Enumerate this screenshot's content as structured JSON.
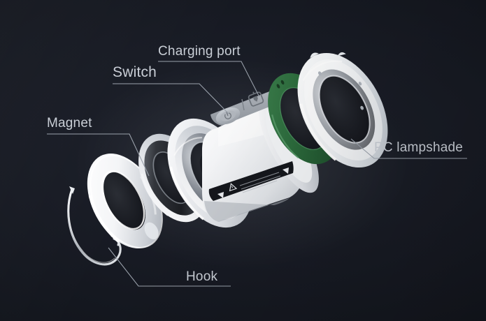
{
  "scene": {
    "kind": "exploded-product-diagram",
    "subject": "rechargeable magnetic lantern",
    "background_color": "#171a23",
    "label_color": "#c9ced6",
    "leader_color": "#9aa1ab"
  },
  "labels": {
    "charging_port": "Charging port",
    "switch": "Switch",
    "magnet": "Magnet",
    "hook": "Hook",
    "pc_lampshade": "PC lampshade"
  },
  "parts": {
    "hook": {
      "name": "Hook",
      "color": "#d8dce2",
      "finish": "polished-steel-wire"
    },
    "magnet_ring": {
      "name": "Magnet",
      "color": "#f2f3f5",
      "finish": "gloss-white"
    },
    "dark_ring": {
      "name": "retaining ring",
      "color": "#3a3d44",
      "finish": "dark-metal"
    },
    "body": {
      "name": "main body",
      "color": "#eceef1",
      "finish": "matte-white"
    },
    "green_gasket": {
      "name": "PCB ring",
      "color": "#2c6b3c",
      "finish": "matte-green"
    },
    "lampshade": {
      "name": "PC lampshade",
      "color": "#f4f6f8",
      "finish": "translucent-polycarbonate"
    }
  },
  "body_markings": {
    "power_button_icon": "power-icon",
    "charging_port_icon": "usb-charging-icon",
    "warning_strip": {
      "present": true,
      "background": "#15171c",
      "icons": [
        "warning-triangle-icon",
        "play-triangle-icon",
        "play-triangle-icon"
      ],
      "text": "micro-print regulatory text"
    }
  }
}
